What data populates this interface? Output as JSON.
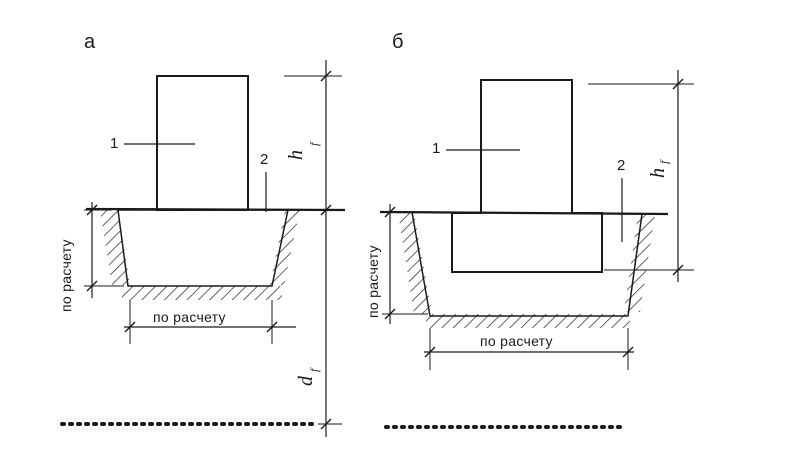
{
  "panels": [
    {
      "letter": "а",
      "item1": "1",
      "item2": "2",
      "vertical_dim": "по расчету",
      "horizontal_dim": "по расчету"
    },
    {
      "letter": "б",
      "item1": "1",
      "item2": "2",
      "vertical_dim": "по расчету",
      "horizontal_dim": "по расчету"
    }
  ],
  "dimensions": {
    "h_symbol": "h",
    "h_subscript": "f",
    "d_symbol": "d",
    "d_subscript": "f"
  }
}
